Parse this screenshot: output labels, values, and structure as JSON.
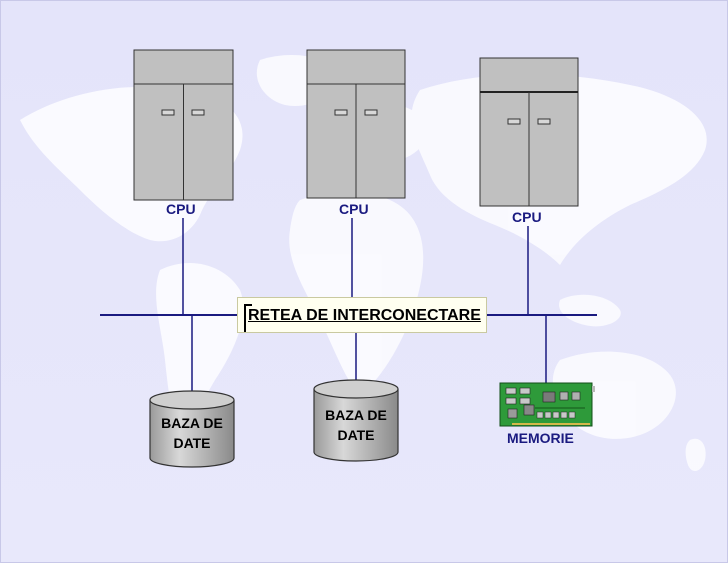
{
  "network": {
    "label": "RETEA DE INTERCONECTARE"
  },
  "cpus": [
    {
      "label": "CPU"
    },
    {
      "label": "CPU"
    },
    {
      "label": "CPU"
    }
  ],
  "databases": [
    {
      "line1": "BAZA DE",
      "line2": "DATE"
    },
    {
      "line1": "BAZA DE",
      "line2": "DATE"
    }
  ],
  "memory": {
    "label": "MEMORIE"
  },
  "colors": {
    "background": "#e6e6fb",
    "map": "#ffffff",
    "server_fill": "#c0c0c0",
    "line": "#1a1a80",
    "board": "#2e9a3a"
  }
}
